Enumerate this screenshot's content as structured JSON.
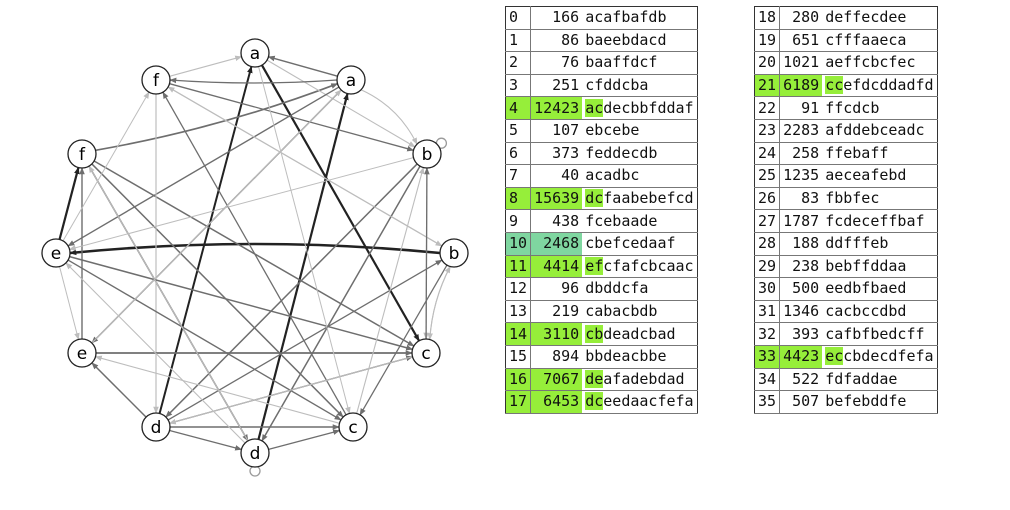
{
  "colors": {
    "highlight": "#96ee3a",
    "highlight_strong": "#7fd6a0",
    "edge_dark": "#222222",
    "edge_mid": "#6e6e6e",
    "edge_light": "#bdbdbd"
  },
  "graph": {
    "nodes": [
      {
        "label": "a"
      },
      {
        "label": "a"
      },
      {
        "label": "b"
      },
      {
        "label": "b"
      },
      {
        "label": "c"
      },
      {
        "label": "c"
      },
      {
        "label": "d"
      },
      {
        "label": "d"
      },
      {
        "label": "e"
      },
      {
        "label": "e"
      },
      {
        "label": "f"
      },
      {
        "label": "f"
      }
    ]
  },
  "table_left": {
    "rows": [
      {
        "idx": "0",
        "count": "166",
        "prefix": "",
        "rest": "acafbafdb",
        "hl": ""
      },
      {
        "idx": "1",
        "count": "86",
        "prefix": "",
        "rest": "baeebdacd",
        "hl": ""
      },
      {
        "idx": "2",
        "count": "76",
        "prefix": "",
        "rest": "baaffdcf",
        "hl": ""
      },
      {
        "idx": "3",
        "count": "251",
        "prefix": "",
        "rest": "cfddcba",
        "hl": ""
      },
      {
        "idx": "4",
        "count": "12423",
        "prefix": "ac",
        "rest": "decbbfddaf",
        "hl": "green"
      },
      {
        "idx": "5",
        "count": "107",
        "prefix": "",
        "rest": "ebcebe",
        "hl": ""
      },
      {
        "idx": "6",
        "count": "373",
        "prefix": "",
        "rest": "feddecdb",
        "hl": ""
      },
      {
        "idx": "7",
        "count": "40",
        "prefix": "",
        "rest": "acadbc",
        "hl": ""
      },
      {
        "idx": "8",
        "count": "15639",
        "prefix": "dc",
        "rest": "faabebefcd",
        "hl": "green"
      },
      {
        "idx": "9",
        "count": "438",
        "prefix": "",
        "rest": "fcebaade",
        "hl": ""
      },
      {
        "idx": "10",
        "count": "2468",
        "prefix": "",
        "rest": "cbefcedaaf",
        "hl": "teal"
      },
      {
        "idx": "11",
        "count": "4414",
        "prefix": "ef",
        "rest": "cfafcbcaac",
        "hl": "green"
      },
      {
        "idx": "12",
        "count": "96",
        "prefix": "",
        "rest": "dbddcfa",
        "hl": ""
      },
      {
        "idx": "13",
        "count": "219",
        "prefix": "",
        "rest": "cabacbdb",
        "hl": ""
      },
      {
        "idx": "14",
        "count": "3110",
        "prefix": "cb",
        "rest": "deadcbad",
        "hl": "green"
      },
      {
        "idx": "15",
        "count": "894",
        "prefix": "",
        "rest": "bbdeacbbe",
        "hl": ""
      },
      {
        "idx": "16",
        "count": "7067",
        "prefix": "de",
        "rest": "afadebdad",
        "hl": "green"
      },
      {
        "idx": "17",
        "count": "6453",
        "prefix": "dc",
        "rest": "eedaacfefa",
        "hl": "green"
      }
    ]
  },
  "table_right": {
    "rows": [
      {
        "idx": "18",
        "count": "280",
        "prefix": "",
        "rest": "deffecdee",
        "hl": ""
      },
      {
        "idx": "19",
        "count": "651",
        "prefix": "",
        "rest": "cfffaaeca",
        "hl": ""
      },
      {
        "idx": "20",
        "count": "1021",
        "prefix": "",
        "rest": "aeffcbcfec",
        "hl": ""
      },
      {
        "idx": "21",
        "count": "6189",
        "prefix": "cc",
        "rest": "efdcddadfd",
        "hl": "green"
      },
      {
        "idx": "22",
        "count": "91",
        "prefix": "",
        "rest": "ffcdcb",
        "hl": ""
      },
      {
        "idx": "23",
        "count": "2283",
        "prefix": "",
        "rest": "afddebceadc",
        "hl": ""
      },
      {
        "idx": "24",
        "count": "258",
        "prefix": "",
        "rest": "ffebaff",
        "hl": ""
      },
      {
        "idx": "25",
        "count": "1235",
        "prefix": "",
        "rest": "aeceafebd",
        "hl": ""
      },
      {
        "idx": "26",
        "count": "83",
        "prefix": "",
        "rest": "fbbfec",
        "hl": ""
      },
      {
        "idx": "27",
        "count": "1787",
        "prefix": "",
        "rest": "fcdeceffbaf",
        "hl": ""
      },
      {
        "idx": "28",
        "count": "188",
        "prefix": "",
        "rest": "ddfffeb",
        "hl": ""
      },
      {
        "idx": "29",
        "count": "238",
        "prefix": "",
        "rest": "bebffddaa",
        "hl": ""
      },
      {
        "idx": "30",
        "count": "500",
        "prefix": "",
        "rest": "eedbfbaed",
        "hl": ""
      },
      {
        "idx": "31",
        "count": "1346",
        "prefix": "",
        "rest": "cacbccdbd",
        "hl": ""
      },
      {
        "idx": "32",
        "count": "393",
        "prefix": "",
        "rest": "cafbfbedcff",
        "hl": ""
      },
      {
        "idx": "33",
        "count": "4423",
        "prefix": "ec",
        "rest": "cbdecdfefa",
        "hl": "green"
      },
      {
        "idx": "34",
        "count": "522",
        "prefix": "",
        "rest": "fdfaddae",
        "hl": ""
      },
      {
        "idx": "35",
        "count": "507",
        "prefix": "",
        "rest": "befebddfe",
        "hl": ""
      }
    ]
  }
}
